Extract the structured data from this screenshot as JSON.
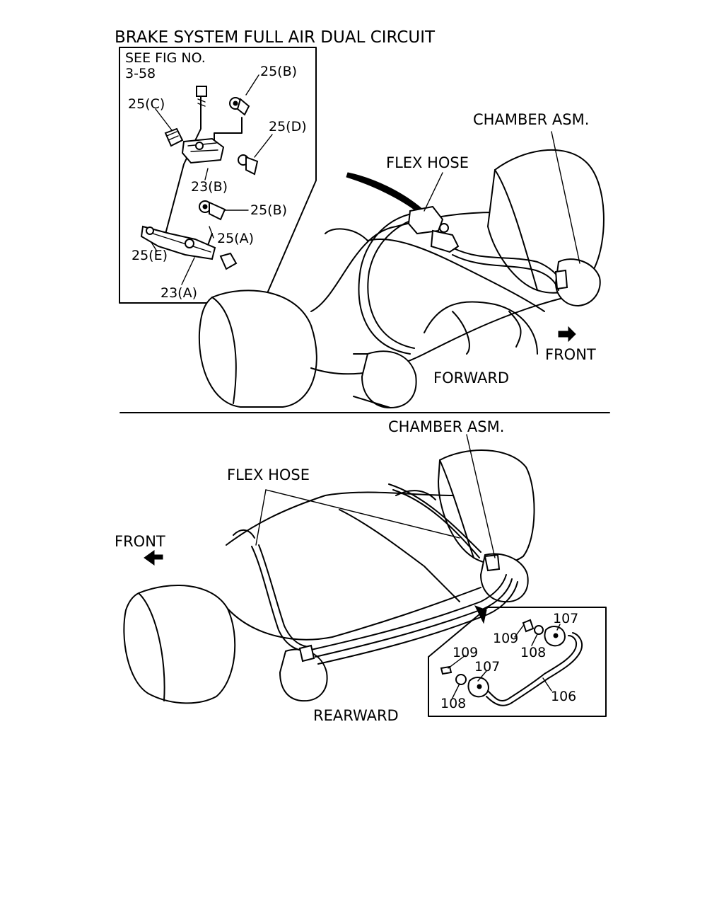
{
  "title": "BRAKE SYSTEM FULL AIR DUAL CIRCUIT",
  "inset_top": {
    "ref_line1": "SEE FIG NO.",
    "ref_line2": "3-58",
    "callouts": [
      "25(B)",
      "25(C)",
      "25(D)",
      "23(B)",
      "25(B)",
      "25(A)",
      "25(E)",
      "23(A)"
    ]
  },
  "forward_axle": {
    "chamber_label": "CHAMBER ASM.",
    "hose_label": "FLEX HOSE",
    "direction_label": "FRONT",
    "axle_label": "FORWARD"
  },
  "rearward_axle": {
    "chamber_label": "CHAMBER ASM.",
    "hose_label": "FLEX HOSE",
    "direction_label": "FRONT",
    "axle_label": "REARWARD"
  },
  "inset_bottom": {
    "callouts": [
      "107",
      "109",
      "108",
      "109",
      "107",
      "108",
      "106"
    ]
  },
  "icons": [
    "arrow-icon"
  ]
}
